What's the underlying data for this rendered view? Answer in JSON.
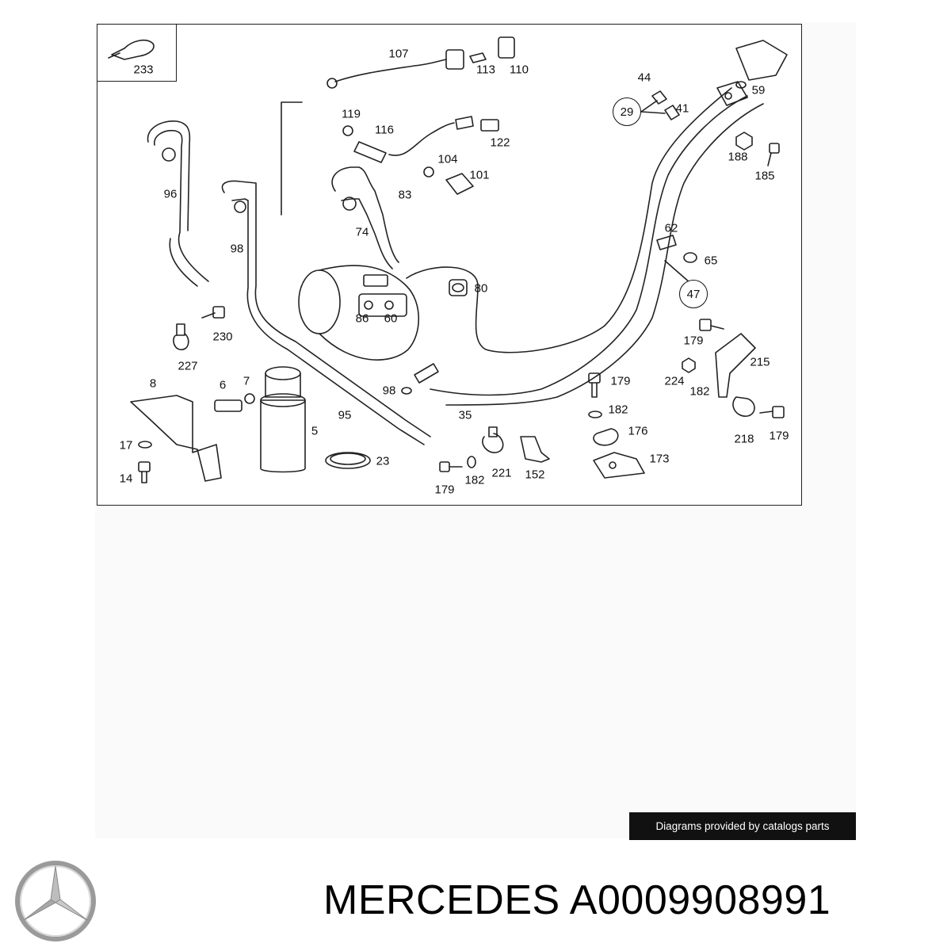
{
  "diagram": {
    "inset_label": "233",
    "callouts": [
      {
        "id": "107",
        "text": "107"
      },
      {
        "id": "113",
        "text": "113"
      },
      {
        "id": "110",
        "text": "110"
      },
      {
        "id": "119",
        "text": "119"
      },
      {
        "id": "116",
        "text": "116"
      },
      {
        "id": "122",
        "text": "122"
      },
      {
        "id": "104",
        "text": "104"
      },
      {
        "id": "101",
        "text": "101"
      },
      {
        "id": "83",
        "text": "83"
      },
      {
        "id": "74",
        "text": "74"
      },
      {
        "id": "96",
        "text": "96"
      },
      {
        "id": "98a",
        "text": "98"
      },
      {
        "id": "80",
        "text": "80"
      },
      {
        "id": "86",
        "text": "86"
      },
      {
        "id": "60",
        "text": "60"
      },
      {
        "id": "230",
        "text": "230"
      },
      {
        "id": "227",
        "text": "227"
      },
      {
        "id": "8",
        "text": "8"
      },
      {
        "id": "6",
        "text": "6"
      },
      {
        "id": "7",
        "text": "7"
      },
      {
        "id": "5",
        "text": "5"
      },
      {
        "id": "95",
        "text": "95"
      },
      {
        "id": "98b",
        "text": "98"
      },
      {
        "id": "35",
        "text": "35"
      },
      {
        "id": "23",
        "text": "23"
      },
      {
        "id": "17",
        "text": "17"
      },
      {
        "id": "14",
        "text": "14"
      },
      {
        "id": "179a",
        "text": "179"
      },
      {
        "id": "182a",
        "text": "182"
      },
      {
        "id": "221",
        "text": "221"
      },
      {
        "id": "152",
        "text": "152"
      },
      {
        "id": "179b",
        "text": "179"
      },
      {
        "id": "182b",
        "text": "182"
      },
      {
        "id": "176",
        "text": "176"
      },
      {
        "id": "173",
        "text": "173"
      },
      {
        "id": "44",
        "text": "44"
      },
      {
        "id": "41",
        "text": "41"
      },
      {
        "id": "59",
        "text": "59"
      },
      {
        "id": "188",
        "text": "188"
      },
      {
        "id": "185",
        "text": "185"
      },
      {
        "id": "62",
        "text": "62"
      },
      {
        "id": "65",
        "text": "65"
      },
      {
        "id": "179c",
        "text": "179"
      },
      {
        "id": "215",
        "text": "215"
      },
      {
        "id": "224",
        "text": "224"
      },
      {
        "id": "182c",
        "text": "182"
      },
      {
        "id": "218",
        "text": "218"
      },
      {
        "id": "179d",
        "text": "179"
      }
    ],
    "circled_callouts": [
      {
        "id": "29",
        "text": "29"
      },
      {
        "id": "47",
        "text": "47"
      }
    ]
  },
  "credit_text": "Diagrams provided by catalogs parts",
  "brand": "MERCEDES",
  "part_number": "A0009908991",
  "logo_icon": "mercedes-star-icon"
}
